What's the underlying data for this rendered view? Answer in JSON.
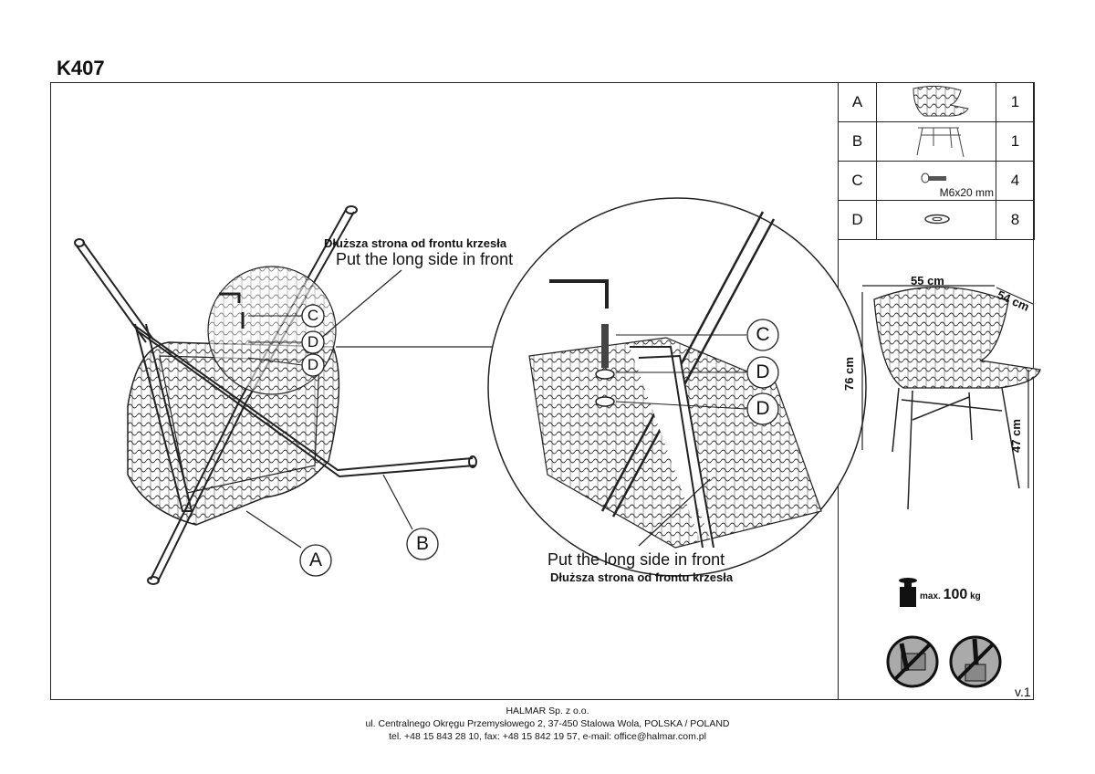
{
  "title": "K407",
  "parts": [
    {
      "letter": "A",
      "qty": "1",
      "icon": "chair-seat-shell"
    },
    {
      "letter": "B",
      "qty": "1",
      "icon": "chair-base-frame"
    },
    {
      "letter": "C",
      "qty": "4",
      "icon": "bolt",
      "spec": "M6x20 mm"
    },
    {
      "letter": "D",
      "qty": "8",
      "icon": "washer"
    }
  ],
  "instructions": {
    "top_pl": "Dłuższa strona od frontu krzesła",
    "top_en": "Put the long side in front",
    "bottom_en": "Put the long side in front",
    "bottom_pl": "Dłuższa strona od frontu krzesła"
  },
  "callouts": {
    "a": "A",
    "b": "B",
    "c": "C",
    "d": "D"
  },
  "dimensions": {
    "width": "55 cm",
    "depth": "54 cm",
    "height": "76 cm",
    "seat_height": "47 cm"
  },
  "max_load": {
    "prefix": "max.",
    "value": "100",
    "unit": "kg"
  },
  "version": "v.1",
  "footer": {
    "company": "HALMAR Sp. z o.o.",
    "address": "ul. Centralnego Okręgu Przemysłowego 2, 37-450 Stalowa Wola, POLSKA / POLAND",
    "contact": "tel. +48 15 843 28 10, fax: +48 15 842 19 57, e-mail: office@halmar.com.pl"
  }
}
